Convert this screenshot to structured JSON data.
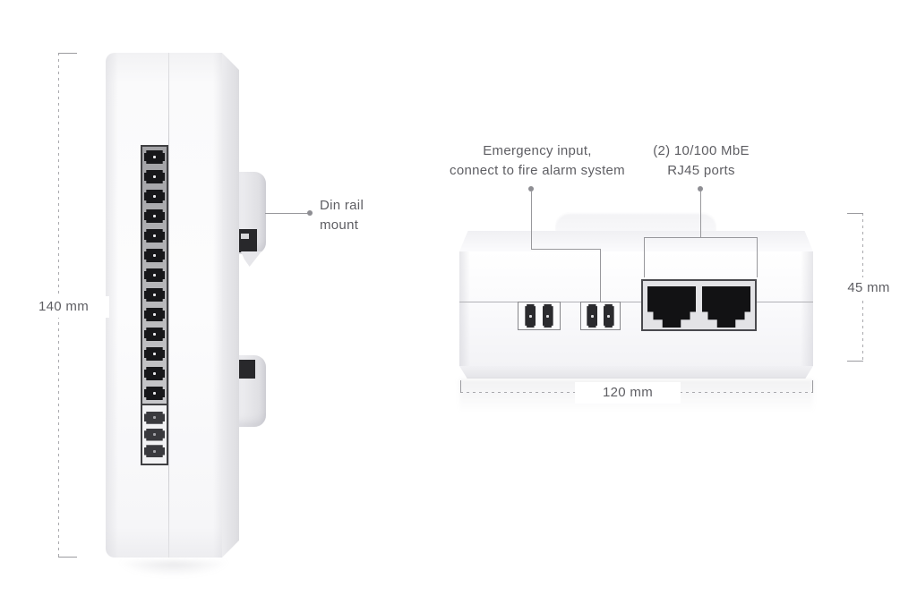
{
  "diagram": {
    "left_view": {
      "height_dimension": "140 mm",
      "din_callout_line1": "Din rail",
      "din_callout_line2": "mount",
      "terminal_top_count": 13,
      "terminal_bottom_count": 3
    },
    "right_view": {
      "emergency_callout_line1": "Emergency input,",
      "emergency_callout_line2": "connect to fire alarm system",
      "rj45_callout_line1": "(2) 10/100 MbE",
      "rj45_callout_line2": "RJ45 ports",
      "height_dimension": "45 mm",
      "width_dimension": "120 mm",
      "terminal_pair_count": 2,
      "pins_per_pair": 2,
      "rj45_jack_count": 2
    },
    "colors": {
      "text": "#5e5e63",
      "leader_line": "#98989c",
      "dimension_line": "#a9a9ad",
      "terminal_strip": "#b1b1b4",
      "connector_black": "#17171a",
      "rj45_plate": "#e3e3e6",
      "rj45_jack": "#121214",
      "device_body": "#f7f7f9"
    }
  }
}
